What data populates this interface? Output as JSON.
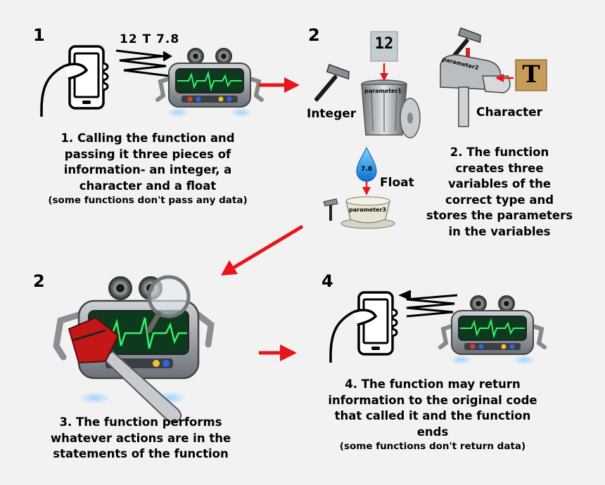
{
  "steps": {
    "step1": {
      "number": "1",
      "caption": [
        "1. Calling the function and",
        "passing it three pieces of",
        "information- an integer, a",
        "character and a float"
      ],
      "note": "(some functions don't pass any data)",
      "signal_text": "12 T 7.8"
    },
    "step2": {
      "number": "2",
      "integer_label": "Integer",
      "character_label": "Character",
      "float_label": "Float",
      "integer_value": "12",
      "character_value": "T",
      "float_value": "7.8",
      "param1": "parameter1",
      "param2": "parameter2",
      "param3": "parameter3",
      "caption": [
        "2. The function",
        "creates three",
        "variables of the",
        "correct type and",
        "stores the parameters",
        "in the variables"
      ]
    },
    "step3": {
      "number": "2",
      "caption": [
        "3. The function performs",
        "whatever actions are in the",
        "statements of the function"
      ]
    },
    "step4": {
      "number": "4",
      "caption": [
        "4. The function may return",
        "information to the original code",
        "that called it and the function",
        "ends"
      ],
      "note": "(some functions don't return data)"
    }
  },
  "colors": {
    "arrow": "#e8161b",
    "screen": "#0d3a1e",
    "wave": "#3cf06a",
    "body": "#9aa0a6"
  }
}
